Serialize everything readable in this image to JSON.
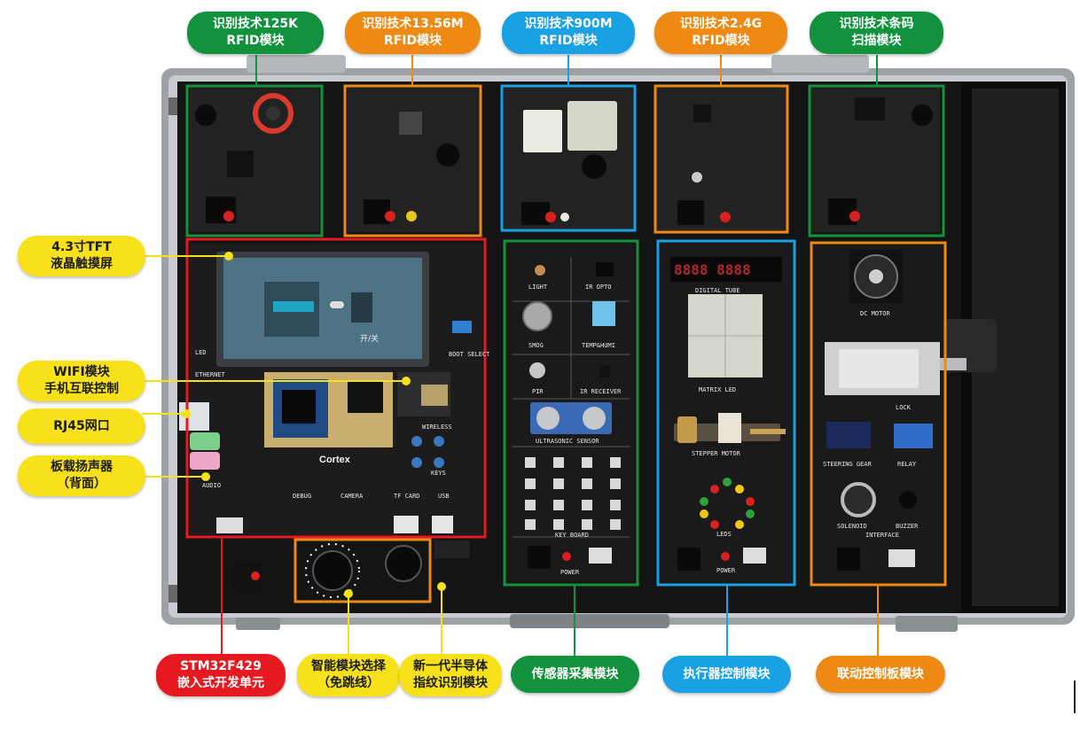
{
  "top_labels": {
    "rfid_125k": {
      "line1": "识别技术125K",
      "line2": "RFID模块",
      "color": "#13923d"
    },
    "rfid_1356m": {
      "line1": "识别技术13.56M",
      "line2": "RFID模块",
      "color": "#ee8a13"
    },
    "rfid_900m": {
      "line1": "识别技术900M",
      "line2": "RFID模块",
      "color": "#1aa1e3"
    },
    "rfid_24g": {
      "line1": "识别技术2.4G",
      "line2": "RFID模块",
      "color": "#ee8a13"
    },
    "barcode": {
      "line1": "识别技术条码",
      "line2": "扫描模块",
      "color": "#13923d"
    }
  },
  "left_labels": {
    "tft": {
      "line1": "4.3寸TFT",
      "line2": "液晶触摸屏"
    },
    "wifi": {
      "line1": "WIFI模块",
      "line2": "手机互联控制"
    },
    "rj45": {
      "line1": "RJ45网口"
    },
    "speaker": {
      "line1": "板载扬声器",
      "line2": "（背面）"
    }
  },
  "bottom_labels": {
    "stm32": {
      "line1": "STM32F429",
      "line2": "嵌入式开发单元",
      "color": "#e5191f"
    },
    "smart_select": {
      "line1": "智能模块选择",
      "line2": "（免跳线）"
    },
    "fingerprint": {
      "line1": "新一代半导体",
      "line2": "指纹识别模块"
    },
    "sensor": {
      "line1": "传感器采集模块",
      "color": "#13923d"
    },
    "actuator": {
      "line1": "执行器控制模块",
      "color": "#1aa1e3"
    },
    "linkage": {
      "line1": "联动控制板模块",
      "color": "#ee8a13"
    }
  },
  "board_silkscreen": {
    "light": "LIGHT",
    "ir_opto": "IR OPTO",
    "smog": "SMOG",
    "temp_humi": "TEMP&HUMI",
    "pir": "PIR",
    "ir_receiver": "IR RECEIVER",
    "ultrasonic": "ULTRASONIC SENSOR",
    "keyboard": "KEY BOARD",
    "power": "POWER",
    "digital_tube": "DIGITAL TUBE",
    "matrix_led": "MATRIX LED",
    "stepper_motor": "STEPPER MOTOR",
    "leds": "LEDS",
    "dc_motor": "DC MOTOR",
    "lock": "LOCK",
    "steering_gear": "STEERING GEAR",
    "relay": "RELAY",
    "solenoid": "SOLENOID",
    "buzzer": "BUZZER",
    "interface": "INTERFACE",
    "cortex": "Cortex",
    "ethernet": "ETHERNET",
    "audio": "AUDIO",
    "debug": "DEBUG",
    "camera": "CAMERA",
    "tf_card": "TF CARD",
    "usb": "USB",
    "wireless": "WIRELESS",
    "keys": "KEYS",
    "boot_select": "BOOT SELECT",
    "led": "LED",
    "tube_digits": "8888 8888",
    "screen_button": "开/关"
  }
}
